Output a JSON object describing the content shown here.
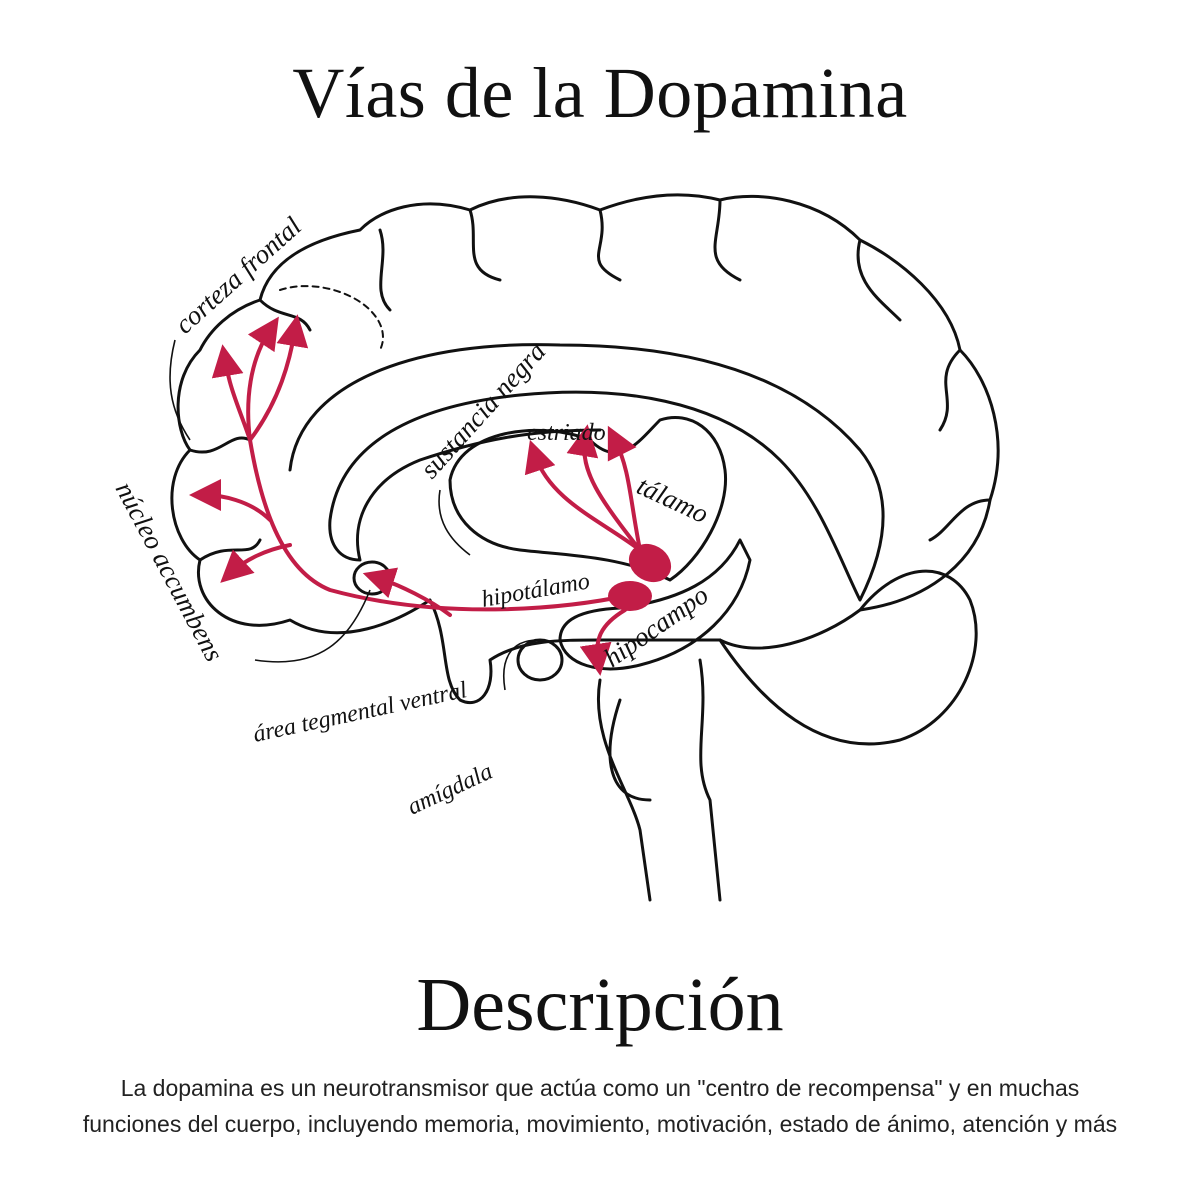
{
  "title": "Vías de la Dopamina",
  "labels": {
    "corteza_frontal": "corteza frontal",
    "nucleo_accumbens": "núcleo accumbens",
    "sustancia_negra": "sustancia negra",
    "estriado": "estriado",
    "talamo": "tálamo",
    "hipotalamo": "hipotálamo",
    "hipocampo": "hipocampo",
    "area_tegmental_ventral": "área tegmental ventral",
    "amigdala": "amígdala"
  },
  "description": {
    "heading": "Descripción",
    "line1": "La dopamina es un neurotransmisor que actúa como un \"centro de recompensa\" y en muchas",
    "line2": "funciones del cuerpo, incluyendo memoria, movimiento, motivación, estado de ánimo, atención y más"
  },
  "colors": {
    "pathway": "#c21d47",
    "outline": "#111111"
  }
}
